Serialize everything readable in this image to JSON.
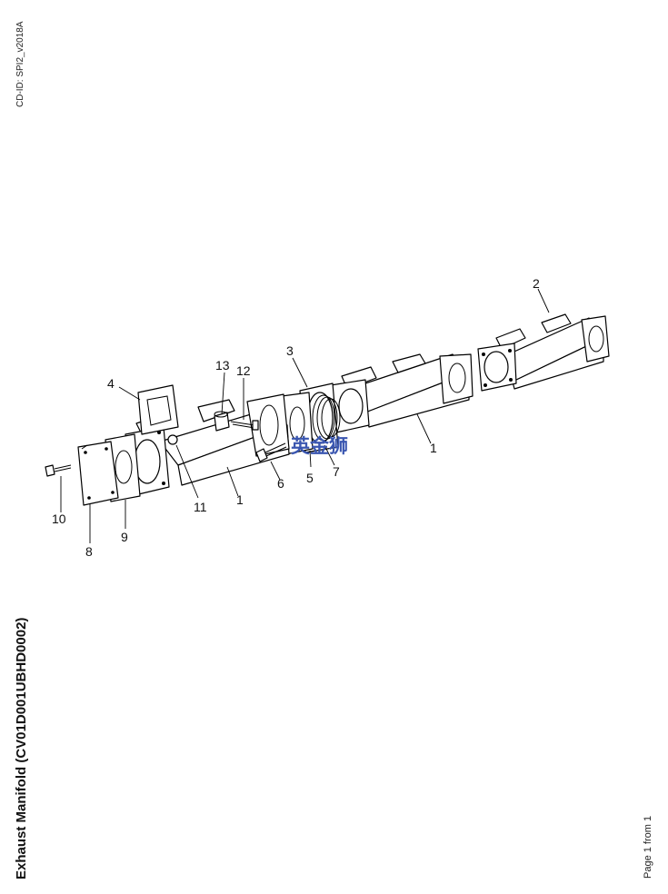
{
  "header": {
    "cd_id": "CD-ID: SPI2_v2018A"
  },
  "footer": {
    "title": "Exhaust Manifold (CV01D001UBHD0002)",
    "page_info": "Page 1 from 1"
  },
  "diagram": {
    "watermark": "英金狮",
    "callouts": {
      "c1a": "1",
      "c1b": "1",
      "c2": "2",
      "c3": "3",
      "c4": "4",
      "c5": "5",
      "c6": "6",
      "c7": "7",
      "c8": "8",
      "c9": "9",
      "c10": "10",
      "c11": "11",
      "c12": "12",
      "c13": "13"
    }
  }
}
